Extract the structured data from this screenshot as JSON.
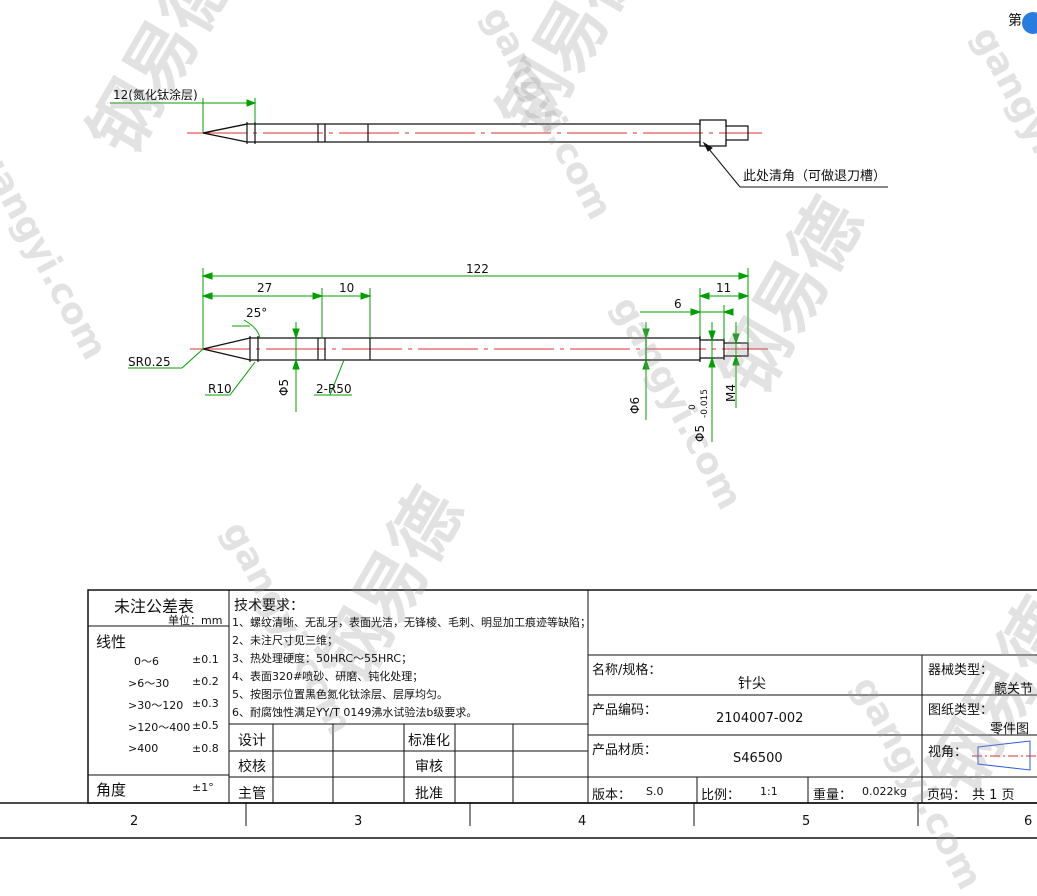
{
  "header": {
    "corner": "第"
  },
  "drawing": {
    "top_view": {
      "coating_note": "12(氮化钛涂层)",
      "chamfer_note": "此处清角（可做退刀槽）"
    },
    "dims": {
      "total": "122",
      "d27": "27",
      "d10": "10",
      "d6": "6",
      "d11": "11",
      "angle": "25°",
      "sr": "SR0.25",
      "r10": "R10",
      "dia5_left": "Φ5",
      "r50": "2-R50",
      "dia6": "Φ6",
      "dia5_tol": "Φ5",
      "tol_upper": "0",
      "tol_lower": "-0.015",
      "m4": "M4"
    }
  },
  "tolerance_table": {
    "title": "未注公差表",
    "unit": "单位：mm",
    "linear_label": "线性",
    "rows": [
      {
        "range": "0～6",
        "tol": "±0.1"
      },
      {
        "range": ">6～30",
        "tol": "±0.2"
      },
      {
        "range": ">30～120",
        "tol": "±0.3"
      },
      {
        "range": ">120～400",
        "tol": "±0.5"
      },
      {
        "range": ">400",
        "tol": "±0.8"
      }
    ],
    "angle_label": "角度",
    "angle_tol": "±1°"
  },
  "tech_requirements": {
    "title": "技术要求：",
    "items": [
      "1、螺纹清晰、无乱牙，表面光洁，无锋棱、毛刺、明显加工痕迹等缺陷；",
      "2、未注尺寸见三维；",
      "3、热处理硬度：50HRC～55HRC；",
      "4、表面320#喷砂、研磨、钝化处理；",
      "5、按图示位置黑色氮化钛涂层、层厚均匀。",
      "6、耐腐蚀性满足YY/T 0149沸水试验法b级要求。"
    ]
  },
  "signoff": {
    "design": "设计",
    "check": "校核",
    "supervisor": "主管",
    "standard": "标准化",
    "review": "审核",
    "approve": "批准"
  },
  "title_block": {
    "name_label": "名称/规格：",
    "name_value": "针尖",
    "code_label": "产品编码：",
    "code_value": "2104007-002",
    "material_label": "产品材质：",
    "material_value": "S46500",
    "equip_label": "器械类型：",
    "equip_value": "髋关节",
    "drawing_type_label": "图纸类型：",
    "drawing_type_value": "零件图",
    "view_label": "视角：",
    "version_label": "版本：",
    "version_value": "S.0",
    "scale_label": "比例：",
    "scale_value": "1:1",
    "weight_label": "重量：",
    "weight_value": "0.022kg",
    "page_label": "页码：",
    "page_value": "共 1 页"
  },
  "zone_numbers": [
    "2",
    "3",
    "4",
    "5",
    "6"
  ],
  "watermark": {
    "logo": "钢易德",
    "site": "gangyi.com"
  },
  "colors": {
    "green": "#00a000",
    "red": "#e03030",
    "blue": "#2a5fd8",
    "line": "#111111"
  }
}
